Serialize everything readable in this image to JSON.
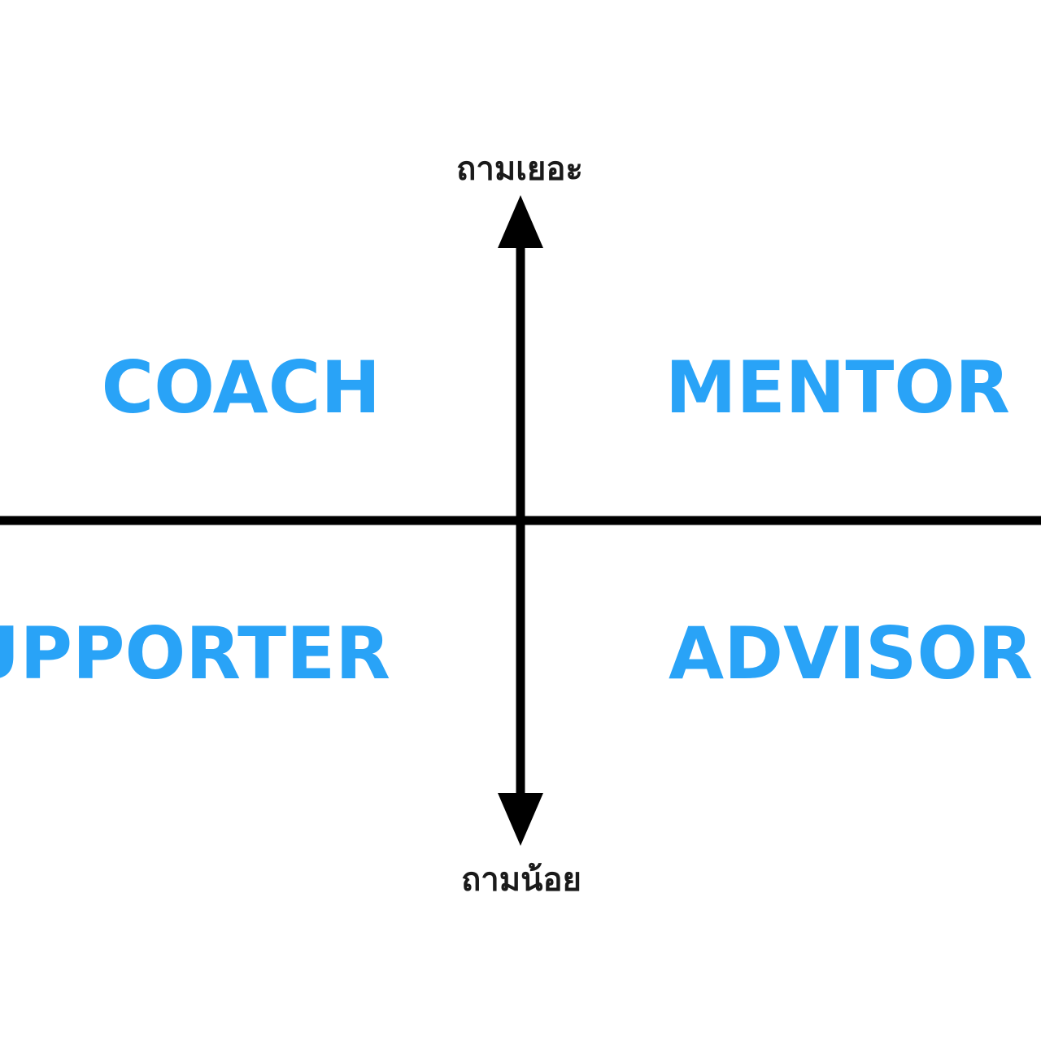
{
  "axis": {
    "top_label": "ถามเยอะ",
    "bottom_label": "ถามน้อย",
    "color": "#000000"
  },
  "quadrants": {
    "top_left": "COACH",
    "top_right": "MENTOR",
    "bottom_left": "UPPORTER",
    "bottom_right": "ADVISOR",
    "color": "#29a3f7"
  }
}
